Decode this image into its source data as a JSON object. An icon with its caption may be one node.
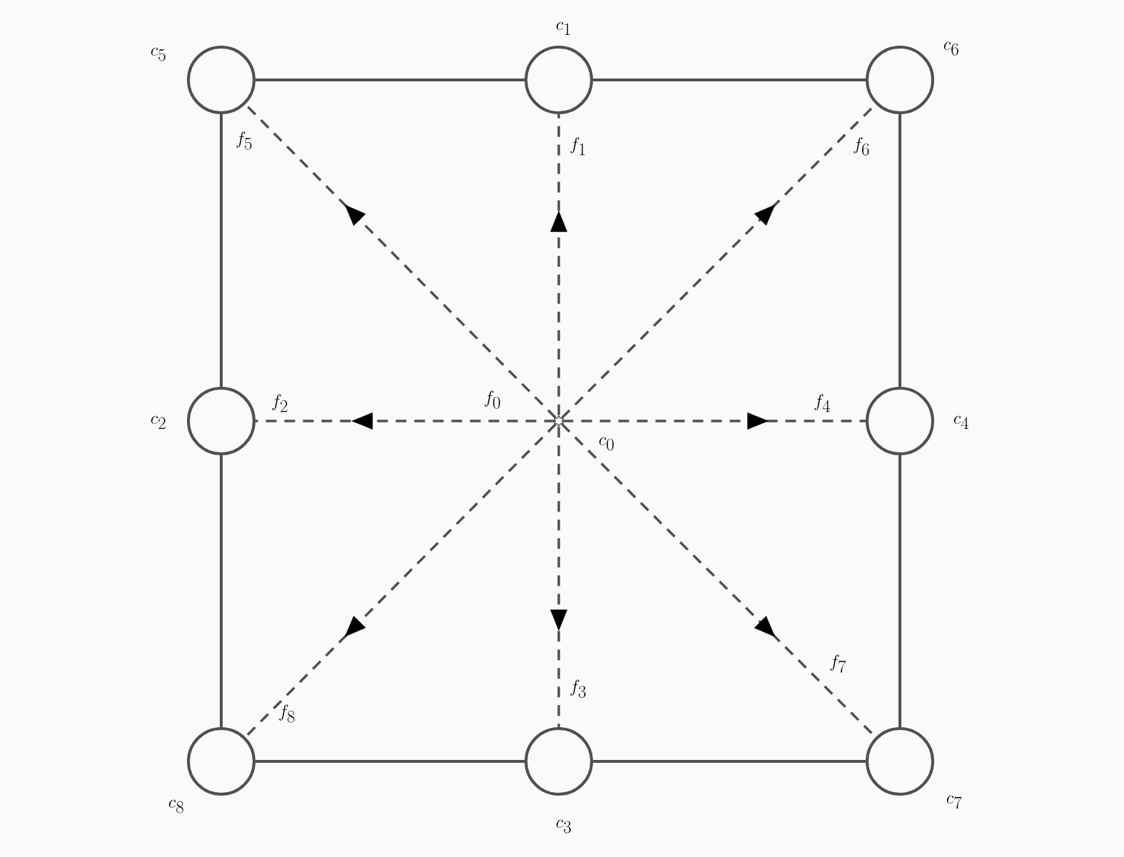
{
  "diagram": {
    "nodes": [
      {
        "text": [],
        "shape": "star"
      },
      {
        "text": [
          "c_1"
        ]
      },
      {
        "text": [
          "c_2"
        ]
      },
      {
        "text": [
          "c_3"
        ]
      },
      {
        "text": [
          "c_4"
        ]
      },
      {
        "text": [
          "c_5"
        ]
      },
      {
        "text": [
          "c_6"
        ]
      },
      {
        "text": [
          "c_7"
        ]
      },
      {
        "text": [
          "c_8"
        ]
      }
    ],
    "edges": [
      {
        "from": 0,
        "to": 1,
        "arrow": "to",
        "style": "dashed",
        "label": "f_1"
      },
      {
        "from": 0,
        "to": 2,
        "arrow": "to",
        "style": "dashed",
        "label": "f_2"
      },
      {
        "from": 0,
        "to": 3,
        "arrow": "to",
        "style": "dashed",
        "label": "f_3"
      },
      {
        "from": 0,
        "to": 4,
        "arrow": "to",
        "style": "dashed",
        "label": "f_4"
      },
      {
        "from": 0,
        "to": 5,
        "arrow": "to",
        "style": "dashed",
        "label": "f_5"
      },
      {
        "from": 0,
        "to": 6,
        "arrow": "to",
        "style": "dashed",
        "label": "f_6"
      },
      {
        "from": 0,
        "to": 7,
        "arrow": "to",
        "style": "dashed",
        "label": "f_7"
      },
      {
        "from": 0,
        "to": 8,
        "arrow": "to",
        "style": "dashed",
        "label": "f_8"
      },
      {
        "from": 5,
        "to": 1,
        "arrow": "none"
      },
      {
        "from": 1,
        "to": 6,
        "arrow": "none"
      },
      {
        "from": 6,
        "to": 4,
        "arrow": "none"
      },
      {
        "from": 4,
        "to": 7,
        "arrow": "none"
      },
      {
        "from": 7,
        "to": 3,
        "arrow": "none"
      },
      {
        "from": 3,
        "to": 8,
        "arrow": "none"
      },
      {
        "from": 8,
        "to": 2,
        "arrow": "none"
      },
      {
        "from": 2,
        "to": 5,
        "arrow": "none"
      }
    ],
    "labels": [
      "f_0",
      "c_0"
    ]
  }
}
